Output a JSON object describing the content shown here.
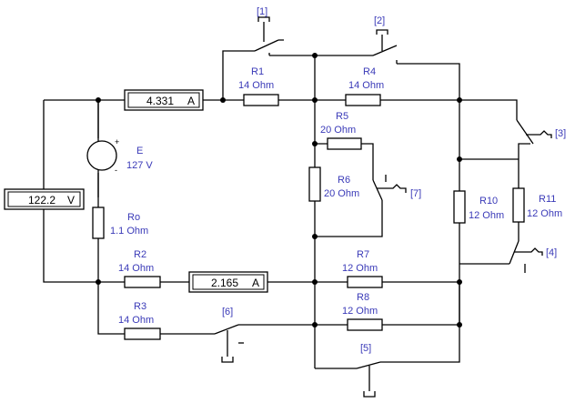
{
  "resistors": {
    "r1": {
      "name": "R1",
      "value": "14 Ohm"
    },
    "r4": {
      "name": "R4",
      "value": "14 Ohm"
    },
    "r5": {
      "name": "R5",
      "value": "20 Ohm"
    },
    "r6": {
      "name": "R6",
      "value": "20 Ohm"
    },
    "r10": {
      "name": "R10",
      "value": "12 Ohm"
    },
    "r11": {
      "name": "R11",
      "value": "12 Ohm"
    },
    "ro": {
      "name": "Ro",
      "value": "1.1 Ohm"
    },
    "r2": {
      "name": "R2",
      "value": "14 Ohm"
    },
    "r3": {
      "name": "R3",
      "value": "14 Ohm"
    },
    "r7": {
      "name": "R7",
      "value": "12 Ohm"
    },
    "r8": {
      "name": "R8",
      "value": "12 Ohm"
    }
  },
  "source": {
    "name": "E",
    "value": "127 V",
    "plus": "+",
    "minus": "-"
  },
  "meters": {
    "ammeter_top": {
      "value": "4.331",
      "unit": "A"
    },
    "ammeter_bottom": {
      "value": "2.165",
      "unit": "A"
    },
    "voltmeter": {
      "value": "122.2",
      "unit": "V"
    }
  },
  "switches": {
    "s1": "[1]",
    "s2": "[2]",
    "s3": "[3]",
    "s4": "[4]",
    "s5": "[5]",
    "s6": "[6]",
    "s7": "[7]"
  }
}
